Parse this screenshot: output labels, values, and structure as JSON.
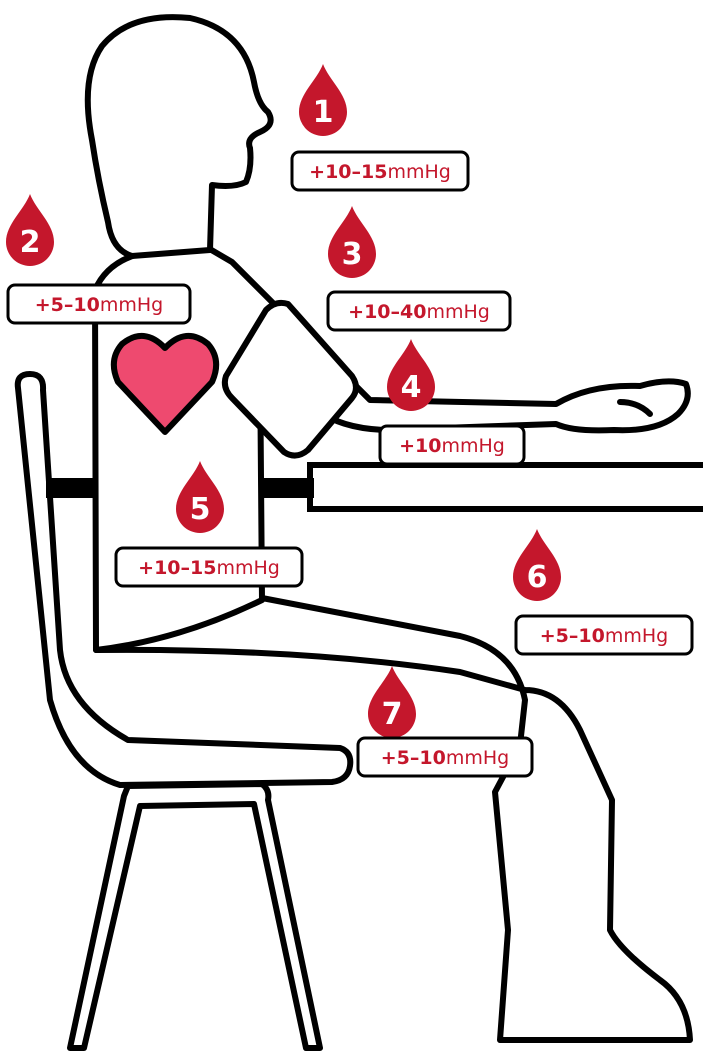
{
  "colors": {
    "drop": "#c4172c",
    "label_text": "#c4172c",
    "heart": "#ee4a6f",
    "outline": "#000000",
    "belt": "#000000"
  },
  "icons": [
    "blood-drop-icon",
    "heart-icon"
  ],
  "markers": [
    {
      "number": "1",
      "value": "+10–15",
      "unit": "mmHg"
    },
    {
      "number": "2",
      "value": "+5–10",
      "unit": "mmHg"
    },
    {
      "number": "3",
      "value": "+10–40",
      "unit": "mmHg"
    },
    {
      "number": "4",
      "value": "+10",
      "unit": "mmHg"
    },
    {
      "number": "5",
      "value": "+10–15",
      "unit": "mmHg"
    },
    {
      "number": "6",
      "value": "+5–10",
      "unit": "mmHg"
    },
    {
      "number": "7",
      "value": "+5–10",
      "unit": "mmHg"
    }
  ]
}
